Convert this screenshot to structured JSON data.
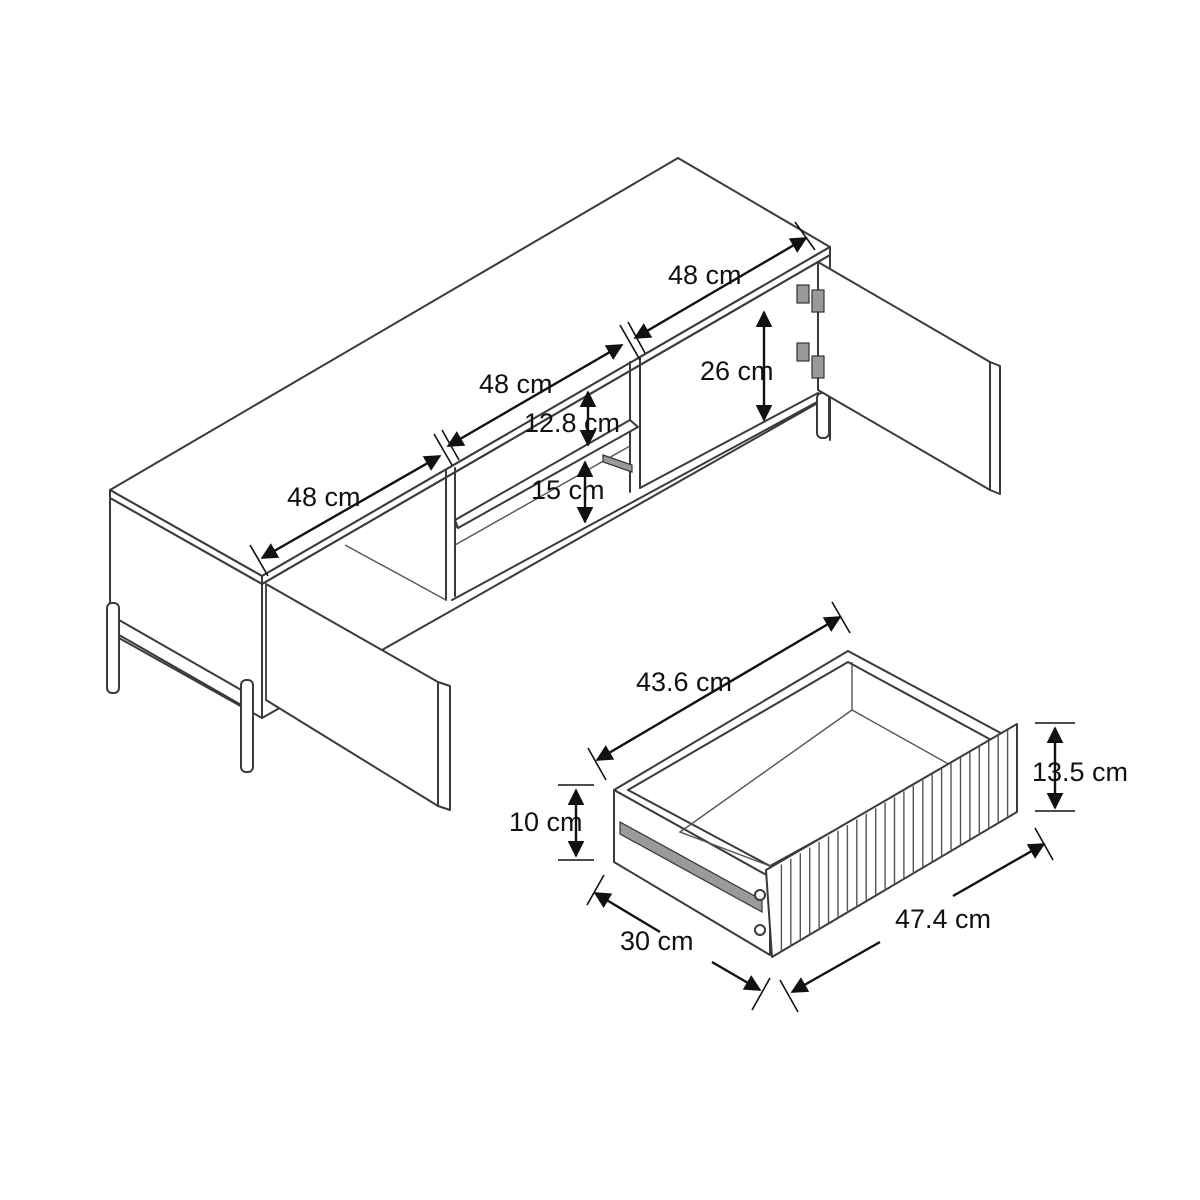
{
  "dimensions": {
    "top_right_width": "48 cm",
    "top_middle_width": "48 cm",
    "top_left_width": "48 cm",
    "upper_shelf_height": "12.8 cm",
    "lower_shelf_height": "15 cm",
    "right_compartment_height": "26 cm",
    "drawer_inner_length": "43.6 cm",
    "drawer_front_height": "13.5 cm",
    "drawer_side_height": "10 cm",
    "drawer_depth": "30 cm",
    "drawer_front_width": "47.4 cm"
  },
  "colors": {
    "line": "#3a3a3a",
    "dimension": "#111111",
    "background": "#ffffff"
  }
}
